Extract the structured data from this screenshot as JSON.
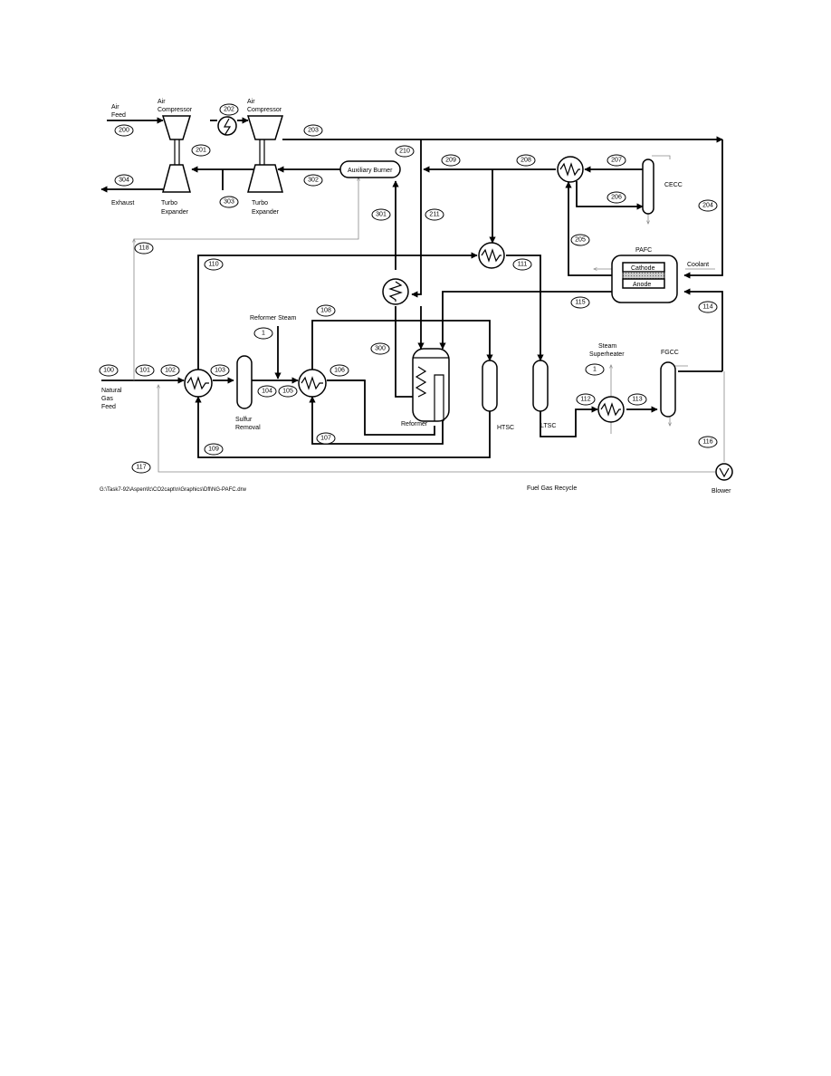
{
  "labels": {
    "air_feed": [
      "Air",
      "Feed"
    ],
    "air_compressor": [
      "Air",
      "Compressor"
    ],
    "turbo_expander": [
      "Turbo",
      "Expander"
    ],
    "exhaust": "Exhaust",
    "auxiliary_burner": "Auxiliary Burner",
    "cecc": "CECC",
    "pafc": "PAFC",
    "cathode": "Cathode",
    "anode": "Anode",
    "coolant": "Coolant",
    "reformer_steam": "Reformer Steam",
    "natural_gas_feed": [
      "Natural",
      "Gas",
      "Feed"
    ],
    "sulfur_removal": [
      "Sulfur",
      "Removal"
    ],
    "reformer": "Reformer",
    "htsc": "HTSC",
    "ltsc": "LTSC",
    "steam_superheater": [
      "Steam",
      "Superheater"
    ],
    "fgcc": "FGCC",
    "fuel_gas_recycle": "Fuel Gas Recycle",
    "blower": "Blower",
    "file_path": "G:\\Task7-92\\Aspen\\fc\\CO2capt\\n\\Graphics\\Dfl\\NG-PAFC.drw"
  },
  "streams": {
    "s100": "100",
    "s101": "101",
    "s102": "102",
    "s103": "103",
    "s104": "104",
    "s105": "105",
    "s106": "106",
    "s107": "107",
    "s108": "108",
    "s109": "109",
    "s110": "110",
    "s111": "111",
    "s114": "114",
    "s115": "115",
    "s112": "112",
    "s113": "113",
    "s116": "116",
    "s117": "117",
    "s118": "118",
    "s200": "200",
    "s201": "201",
    "s202": "202",
    "s203": "203",
    "s204": "204",
    "s205": "205",
    "s206": "206",
    "s207": "207",
    "s208": "208",
    "s209": "209",
    "s210": "210",
    "s211": "211",
    "s300": "300",
    "s301": "301",
    "s302": "302",
    "s303": "303",
    "s304": "304",
    "steam_ref_1": "1",
    "steam_sh_1": "1"
  }
}
